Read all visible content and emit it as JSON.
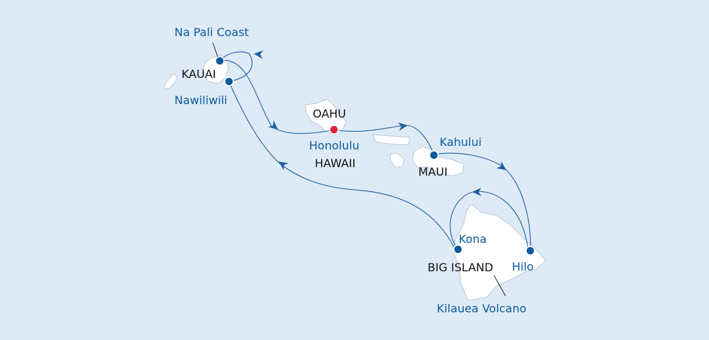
{
  "colors": {
    "water": "#deebf7",
    "land": "#ffffff",
    "route": "#1d5f9f",
    "port": "#0b5a9e",
    "home_port": "#e8213a"
  },
  "islands": {
    "kauai": "KAUAI",
    "oahu": "OAHU",
    "maui": "MAUI",
    "big_island": "BIG ISLAND",
    "state": "HAWAII"
  },
  "ports": {
    "na_pali": "Na Pali Coast",
    "nawiliwili": "Nawiliwili",
    "honolulu": "Honolulu",
    "kahului": "Kahului",
    "kona": "Kona",
    "hilo": "Hilo",
    "kilauea": "Kilauea Volcano"
  },
  "itinerary": [
    "Honolulu",
    "Kahului",
    "Hilo",
    "Kona",
    "Nawiliwili",
    "Na Pali Coast",
    "Honolulu"
  ]
}
